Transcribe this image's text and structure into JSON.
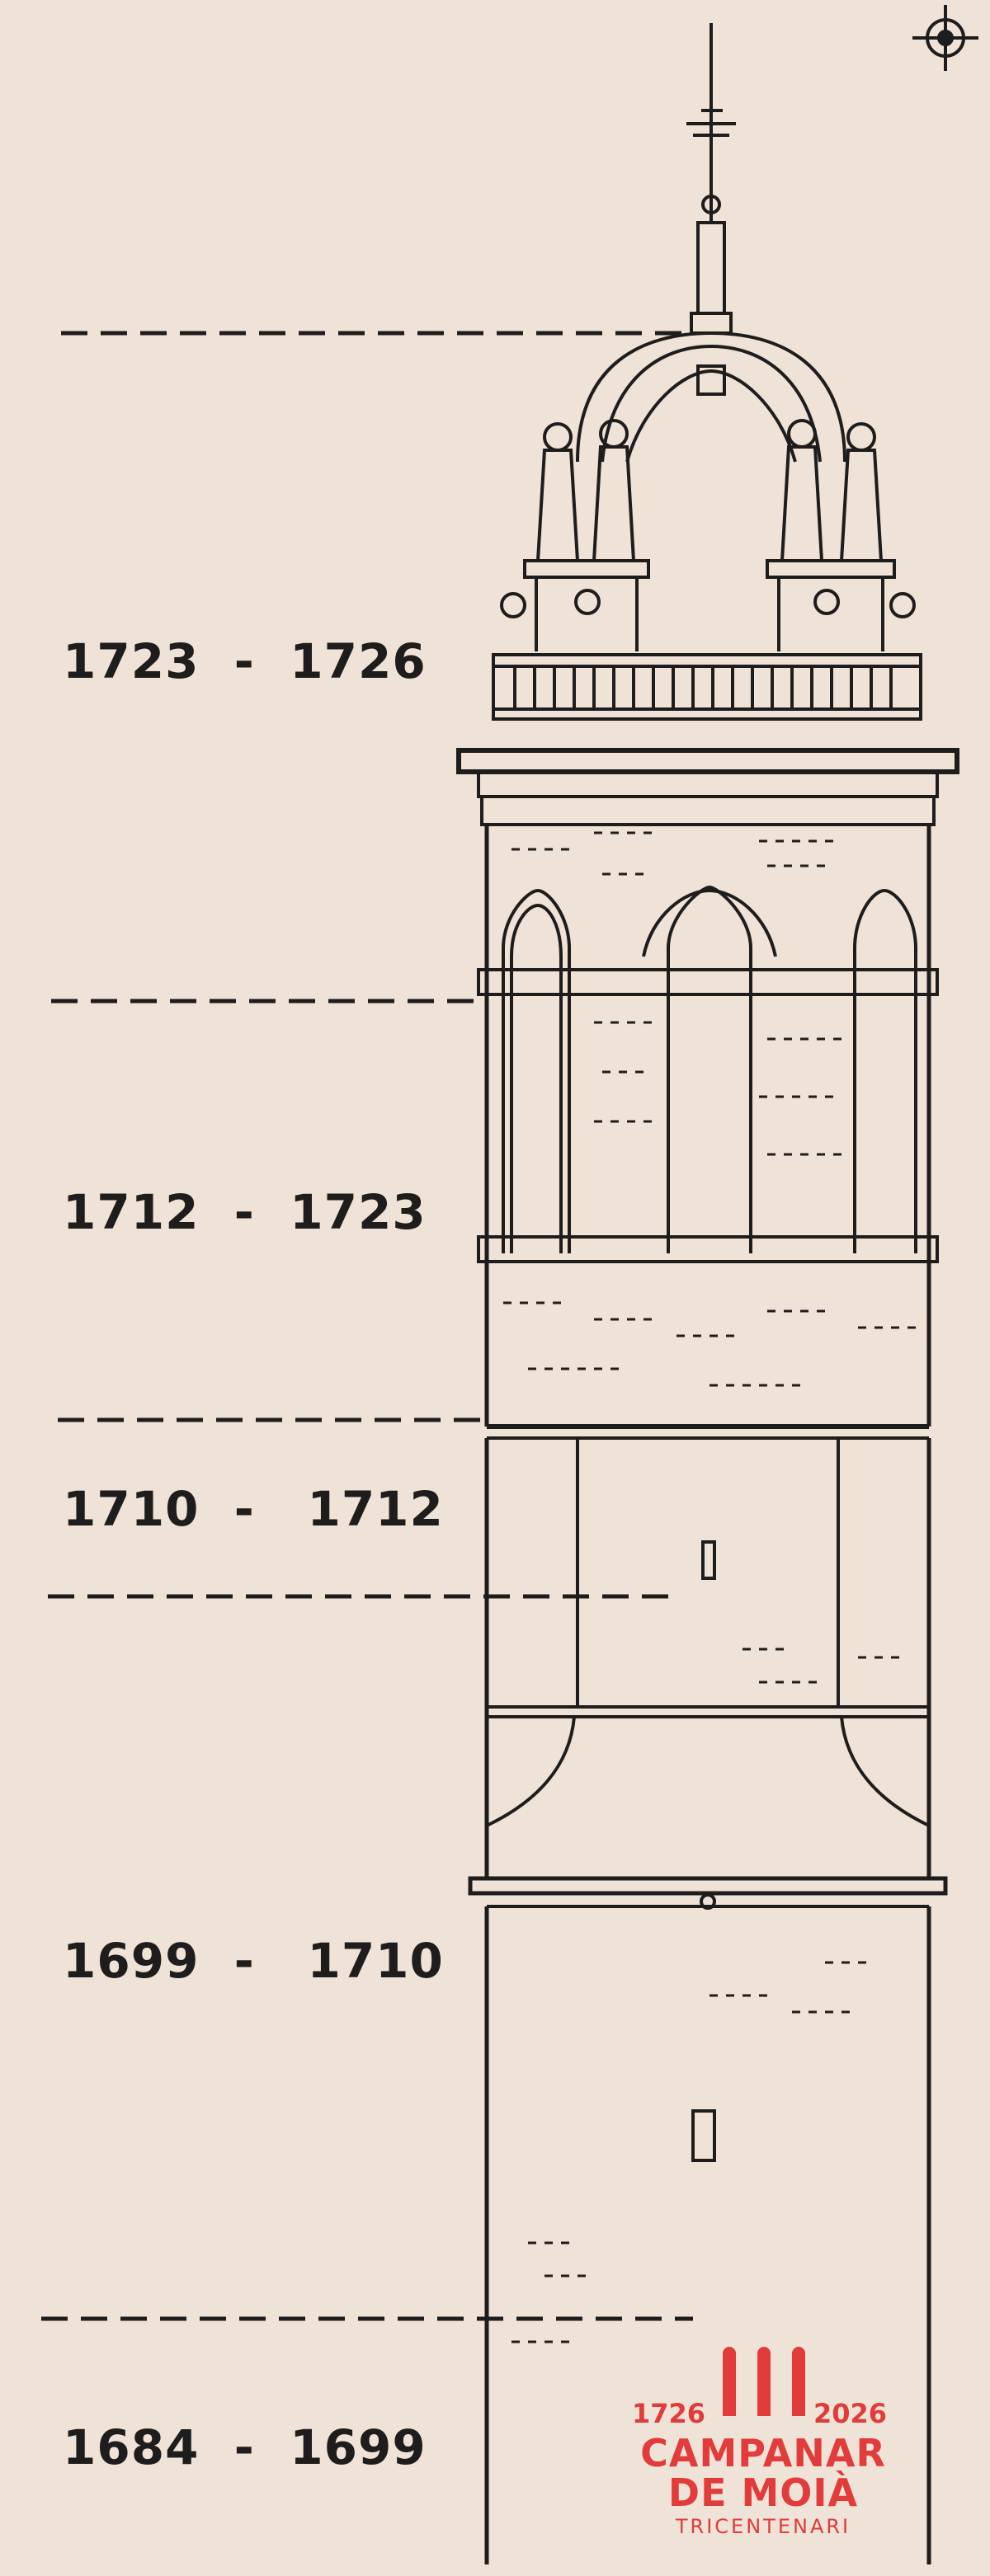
{
  "periods": [
    {
      "label": "1723  -  1726"
    },
    {
      "label": "1712  -  1723"
    },
    {
      "label": "1710  -   1712"
    },
    {
      "label": "1699  -   1710"
    },
    {
      "label": "1684  -  1699"
    }
  ],
  "logo": {
    "year_start": "1726",
    "year_end": "2026",
    "title_line1": "CAMPANAR",
    "title_line2": "DE MOIÀ",
    "subtitle": "TRICENTENARI",
    "color": "#e23b3b"
  },
  "icons": {
    "corner": "crosshair-icon"
  },
  "colors": {
    "background": "#efe3d7",
    "ink": "#1d1d1d",
    "accent": "#e23b3b"
  }
}
